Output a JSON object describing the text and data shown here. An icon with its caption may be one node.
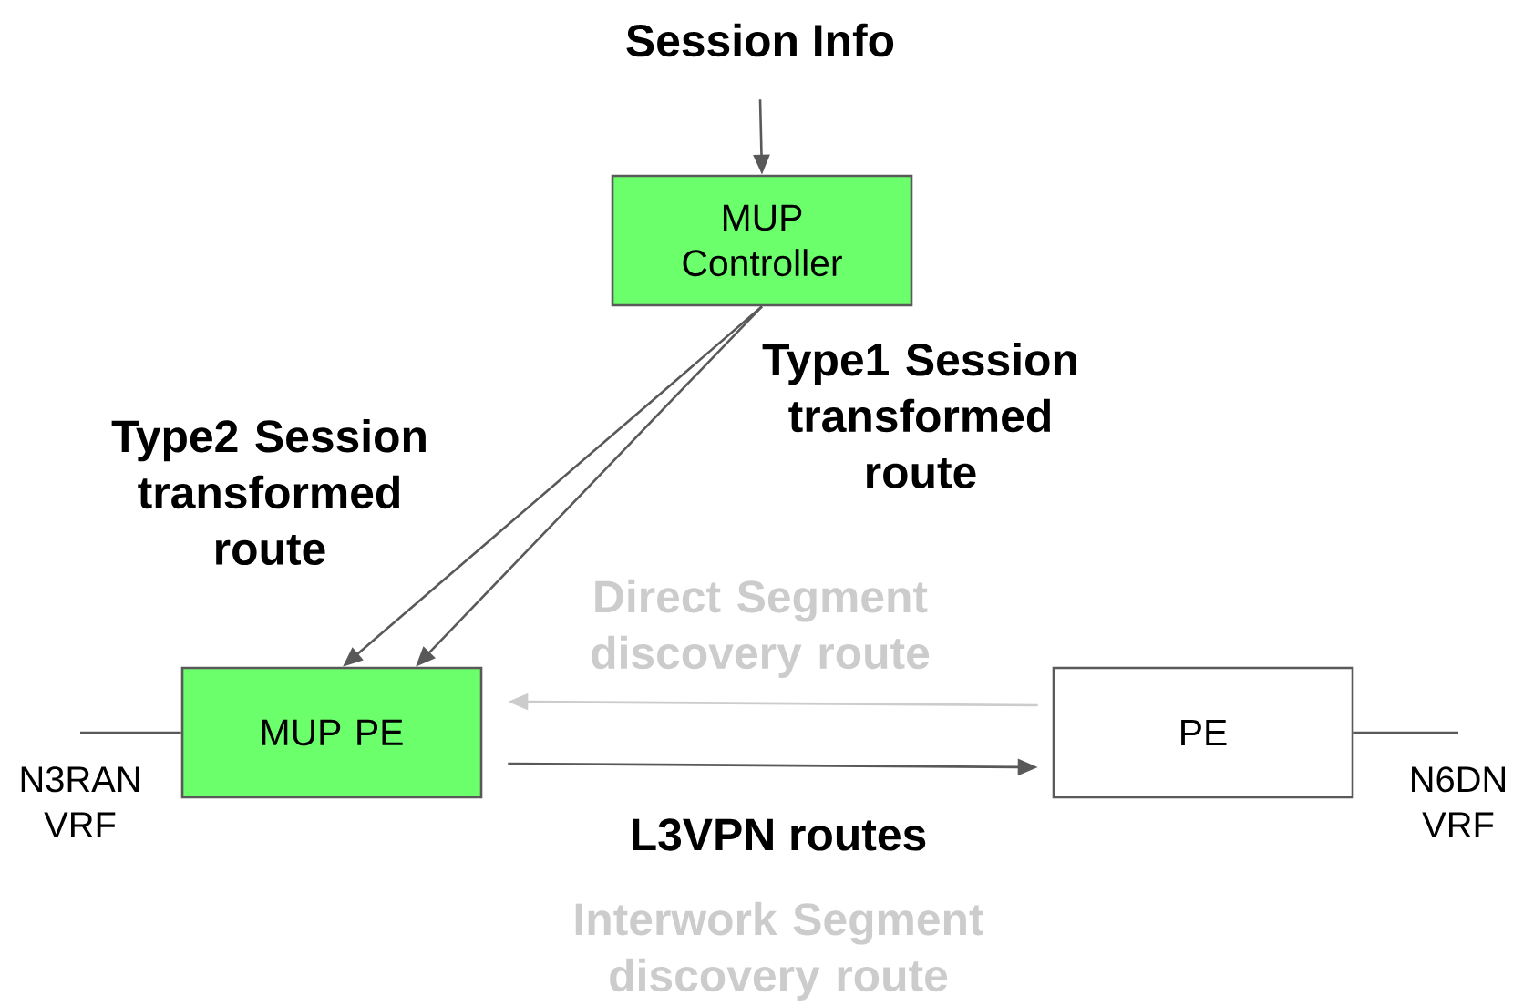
{
  "diagram": {
    "nodes": [
      {
        "text": [
          "Session Info"
        ]
      },
      {
        "text": [
          "MUP Controller"
        ]
      },
      {
        "text": [
          "MUP PE"
        ]
      },
      {
        "text": [
          "PE"
        ]
      },
      {
        "text": [
          "N3RAN VRF"
        ]
      },
      {
        "text": [
          "N6DN VRF"
        ]
      }
    ],
    "edges": [
      {
        "from": 0,
        "to": 1,
        "arrow": "to"
      },
      {
        "from": 1,
        "to": 2,
        "arrow": "to",
        "label": "Type2 Session transformed route"
      },
      {
        "from": 1,
        "to": 2,
        "arrow": "to",
        "label": "Type1 Session transformed route"
      },
      {
        "from": 3,
        "to": 2,
        "arrow": "to",
        "label": "Direct Segment discovery route",
        "color": "#cccccc"
      },
      {
        "from": 2,
        "to": 3,
        "arrow": "to",
        "label": "L3VPN routes"
      },
      {
        "from": 4,
        "to": 2,
        "arrow": "none"
      },
      {
        "from": 5,
        "to": 3,
        "arrow": "none"
      }
    ],
    "labels": [
      "Interwork Segment discovery route"
    ]
  }
}
